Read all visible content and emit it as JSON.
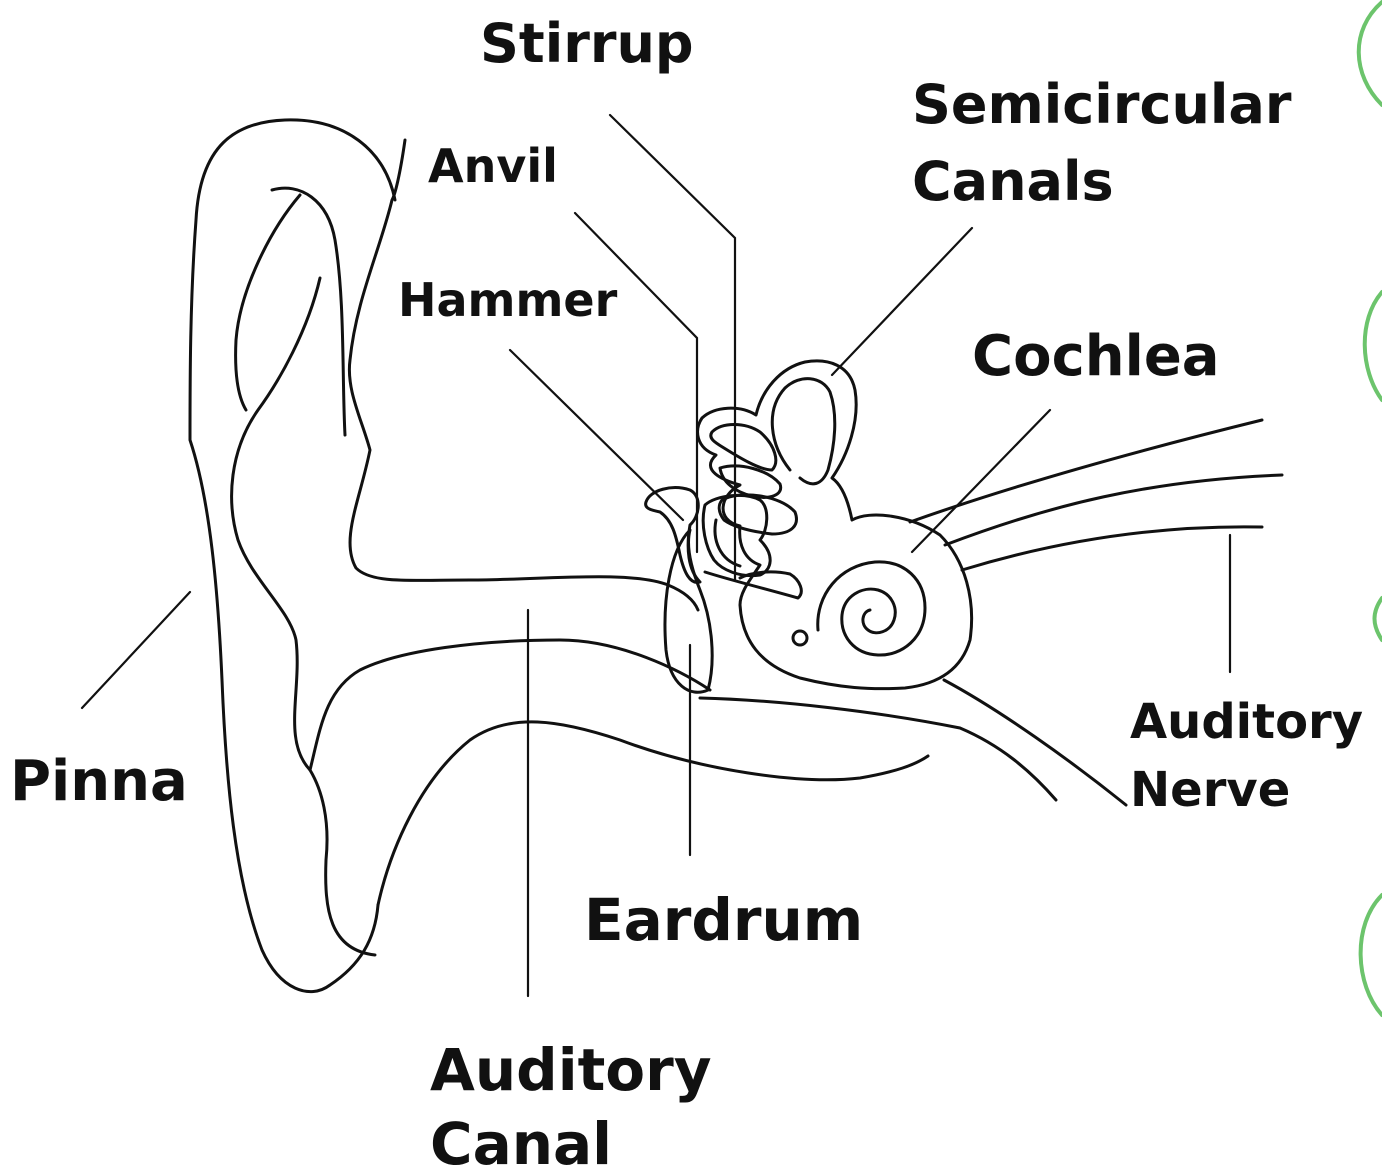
{
  "labels": {
    "stirrup": "Stirrup",
    "anvil": "Anvil",
    "hammer": "Hammer",
    "semicircular_line1": "Semicircular",
    "semicircular_line2": "Canals",
    "cochlea": "Cochlea",
    "pinna": "Pinna",
    "auditory_nerve_line1": "Auditory",
    "auditory_nerve_line2": "Nerve",
    "eardrum": "Eardrum",
    "auditory_canal_line1": "Auditory",
    "auditory_canal_line2": "Canal"
  },
  "colors": {
    "ink": "#111111",
    "background": "#ffffff",
    "border_accent": "#6cc46c"
  }
}
